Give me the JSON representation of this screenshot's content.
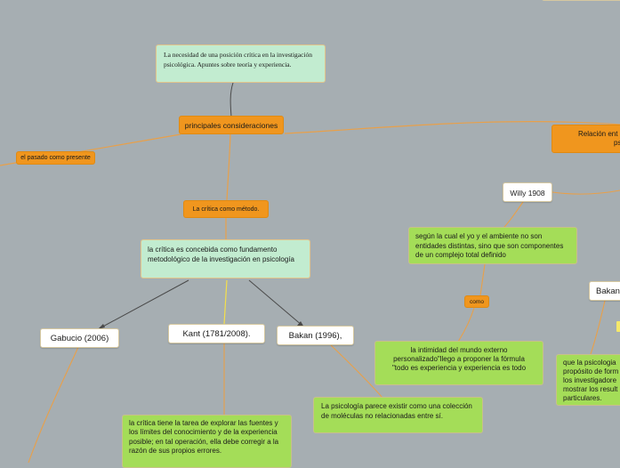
{
  "colors": {
    "background": "#a6aeb2",
    "mint_node": "#c2ecd0",
    "orange_node": "#f0961e",
    "green_node": "#a4dd58",
    "white_node": "#ffffff",
    "orange_line": "#e8a04a",
    "dark_line": "#4a4a4a",
    "yellow_line": "#f5e04a"
  },
  "nodes": {
    "title": "La necesidad de una posición crítica en la investigación psicológica. Apuntes sobre teoría y experiencia.",
    "principales": "principales consideraciones",
    "pasado": "el pasado como presente",
    "relacion": "Relación ent... ps...",
    "relacion_line1": "Relación ent",
    "relacion_line2": "ps",
    "critica_metodo": "La crítica como método.",
    "critica_fundamento": " la crítica es concebida como fundamento metodológico de la investigación en psicología",
    "gabucio": "Gabucio (2006)",
    "kant": "Kant (1781/2008).",
    "bakan1996": "Bakan (1996),",
    "willy": "Willy  1908",
    "bakan_right": "Bakan",
    "segun": "según la cual el yo y el ambiente no son entidades distintas, sino que son componentes de un complejo total definido",
    "como": "como",
    "intimidad": "la intimidad del mundo externo personalizado\"llego a proponer la fórmula \"todo es experiencia y experiencia es todo",
    "psicologia_parece": "La psicología parece existir como una colección de moléculas no relacionadas entre sí.",
    "kant_texto": "la crítica tiene la tarea de explorar las fuentes y los límites del conocimiento y de la experiencia posible; en tal operación, ella debe corregir a la razón de sus propios errores.",
    "right_green": "que la psicologia... propósito de form... los investigadore... mostrar los result... particulares.",
    "right_green_lines": [
      "que la psicologia",
      "propósito de form",
      "los investigadore",
      "mostrar los result",
      "particulares."
    ]
  }
}
